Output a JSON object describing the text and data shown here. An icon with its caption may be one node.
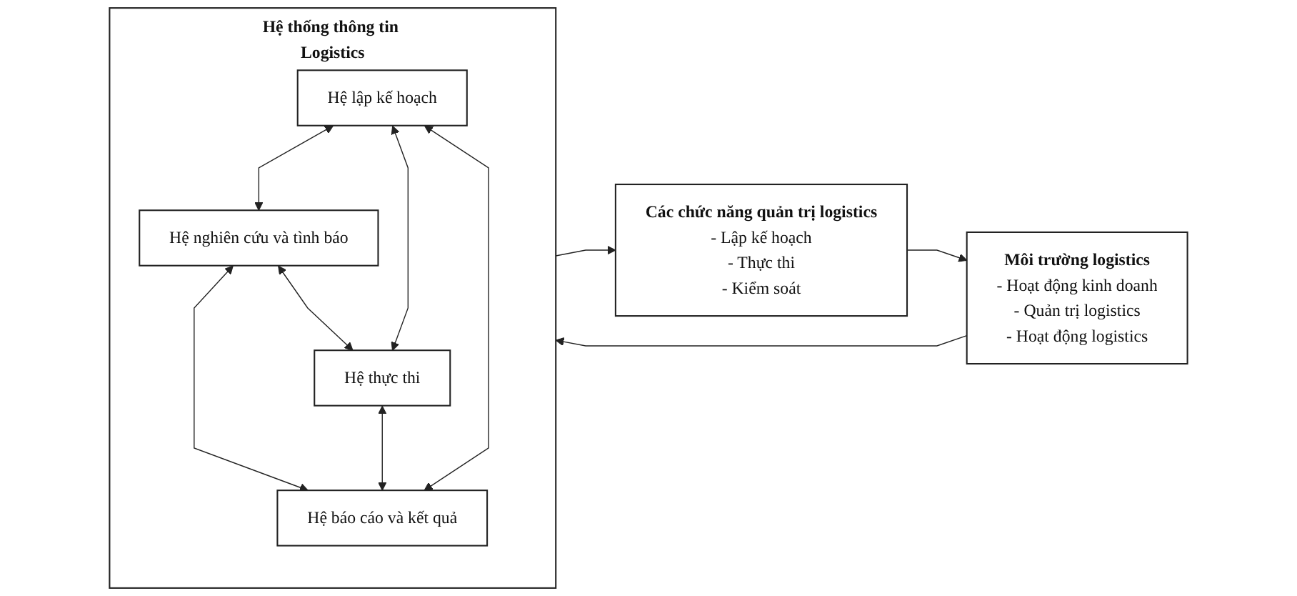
{
  "diagram": {
    "nodes": [
      {
        "text": [
          "Môi trường logistics",
          "- Hoạt động kinh doanh",
          "- Quản trị logistics",
          "- Hoạt động logistics"
        ]
      },
      {
        "text": [
          "Hệ thống thông tin Logistics"
        ]
      },
      {
        "text": [
          "Hệ lập kế hoạch"
        ],
        "in": 1
      },
      {
        "text": [
          "Hệ nghiên cứu và tình báo"
        ],
        "in": 1
      },
      {
        "text": [
          "Hệ thực thi"
        ],
        "in": 1
      },
      {
        "text": [
          "Hệ báo cáo và kết quả"
        ],
        "in": 1
      },
      {
        "text": [
          "Các chức năng quản trị logistics",
          "- Lập kế hoạch",
          "- Thực thi",
          "- Kiểm soát"
        ]
      }
    ],
    "edges": [
      {
        "from": 0,
        "to": 1,
        "arrow": "to"
      },
      {
        "from": 1,
        "to": 6,
        "arrow": "to"
      },
      {
        "from": 6,
        "to": 0,
        "arrow": "to"
      },
      {
        "from": 2,
        "to": 3,
        "arrow": "both"
      },
      {
        "from": 2,
        "to": 4,
        "arrow": "both"
      },
      {
        "from": 3,
        "to": 5,
        "arrow": "both"
      },
      {
        "from": 4,
        "to": 5,
        "arrow": "both"
      },
      {
        "from": 2,
        "to": 5,
        "arrow": "both"
      },
      {
        "from": 3,
        "to": 4,
        "arrow": "both"
      }
    ]
  }
}
